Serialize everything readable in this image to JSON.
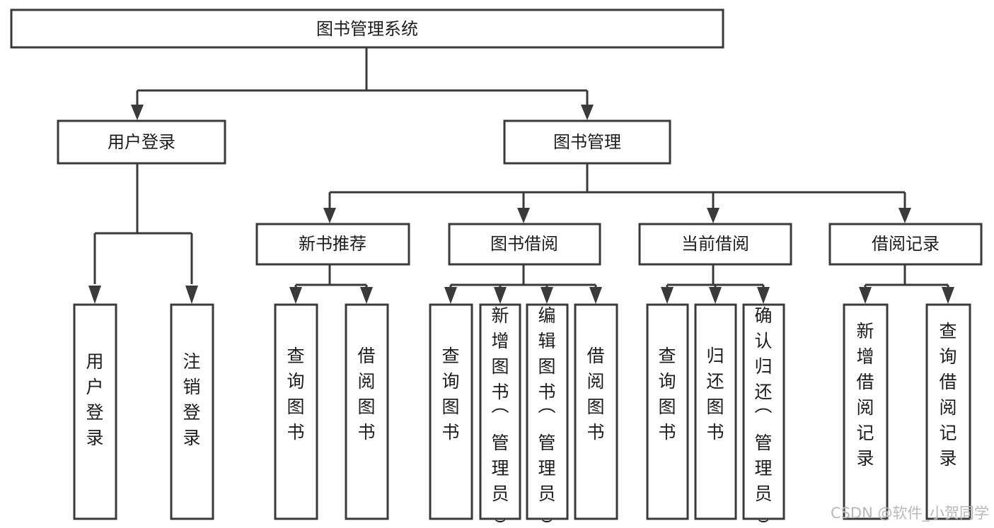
{
  "diagram": {
    "title": "图书管理系统",
    "type": "tree-hierarchy-diagram",
    "colors": {
      "stroke": "#3a3a3a",
      "box_fill": "#ffffff",
      "text": "#1c1c1c",
      "watermark": "#b8b8b8",
      "background": "#ffffff"
    },
    "root": {
      "label": "图书管理系统"
    },
    "level2": {
      "user_login": {
        "label": "用户登录"
      },
      "book_management": {
        "label": "图书管理"
      }
    },
    "level3": {
      "new_book_recommend": {
        "label": "新书推荐"
      },
      "book_borrow": {
        "label": "图书借阅"
      },
      "current_borrow": {
        "label": "当前借阅"
      },
      "borrow_record": {
        "label": "借阅记录"
      }
    },
    "leaves": {
      "user_login": [
        {
          "label": "用户登录"
        },
        {
          "label": "注销登录"
        }
      ],
      "new_book_recommend": [
        {
          "label": "查询图书"
        },
        {
          "label": "借阅图书"
        }
      ],
      "book_borrow": [
        {
          "label": "查询图书"
        },
        {
          "label": "新增图书（管理员）"
        },
        {
          "label": "编辑图书（管理员）"
        },
        {
          "label": "借阅图书"
        }
      ],
      "current_borrow": [
        {
          "label": "查询图书"
        },
        {
          "label": "归还图书"
        },
        {
          "label": "确认归还（管理员）"
        }
      ],
      "borrow_record": [
        {
          "label": "新增借阅记录"
        },
        {
          "label": "查询借阅记录"
        }
      ]
    },
    "watermark": "CSDN @软件_小贺同学"
  }
}
